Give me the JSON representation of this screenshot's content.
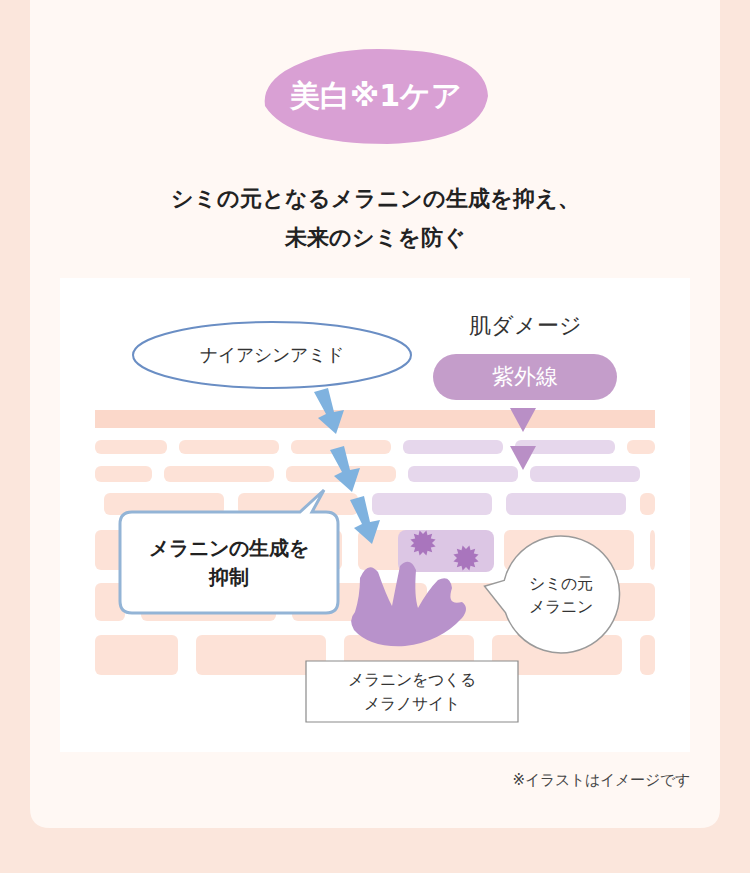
{
  "diagram": {
    "title": "シミの元となるメラニンの生成を抑え、 未来のシミを防ぐ",
    "nodes": [
      {
        "text": [
          "美白※1ケア"
        ]
      },
      {
        "text": [
          "ナイアシンアミド"
        ]
      },
      {
        "text": [
          "肌ダメージ",
          "紫外線"
        ]
      },
      {
        "text": [
          "メラニンの生成を 抑制"
        ]
      },
      {
        "text": [
          "シミの元 メラニン"
        ]
      },
      {
        "text": [
          "メラニンをつくる メラノサイト"
        ]
      }
    ],
    "labels": [
      "※イラストはイメージです"
    ]
  }
}
